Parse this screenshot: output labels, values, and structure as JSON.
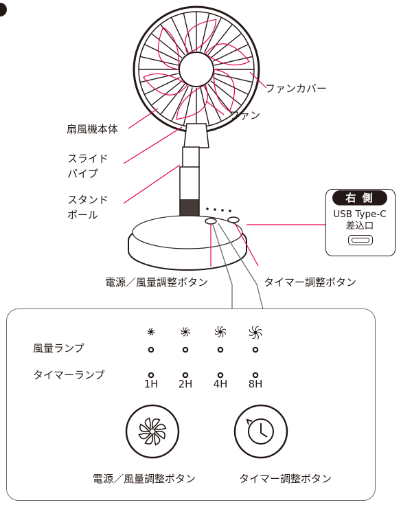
{
  "labels": {
    "fan_cover": "ファンカバー",
    "fan": "ファン",
    "body": "扇風機本体",
    "slide_pipe_1": "スライド",
    "slide_pipe_2": "パイプ",
    "stand_pole_1": "スタンド",
    "stand_pole_2": "ポール",
    "power_button": "電源／風量調整ボタン",
    "timer_button": "タイマー調整ボタン"
  },
  "callout": {
    "heading": "右 側",
    "port_line1": "USB Type-C",
    "port_line2": "差込口"
  },
  "panel": {
    "wind_lamp_label": "風量ランプ",
    "timer_lamp_label": "タイマーランプ",
    "timer_values": [
      "1H",
      "2H",
      "4H",
      "8H"
    ],
    "power_button_label": "電源／風量調整ボタン",
    "timer_button_label": "タイマー調整ボタン",
    "wind_levels": 4
  },
  "colors": {
    "line": "#231815",
    "accent_line": "#e5004f",
    "panel_border": "#6b6b6b"
  }
}
